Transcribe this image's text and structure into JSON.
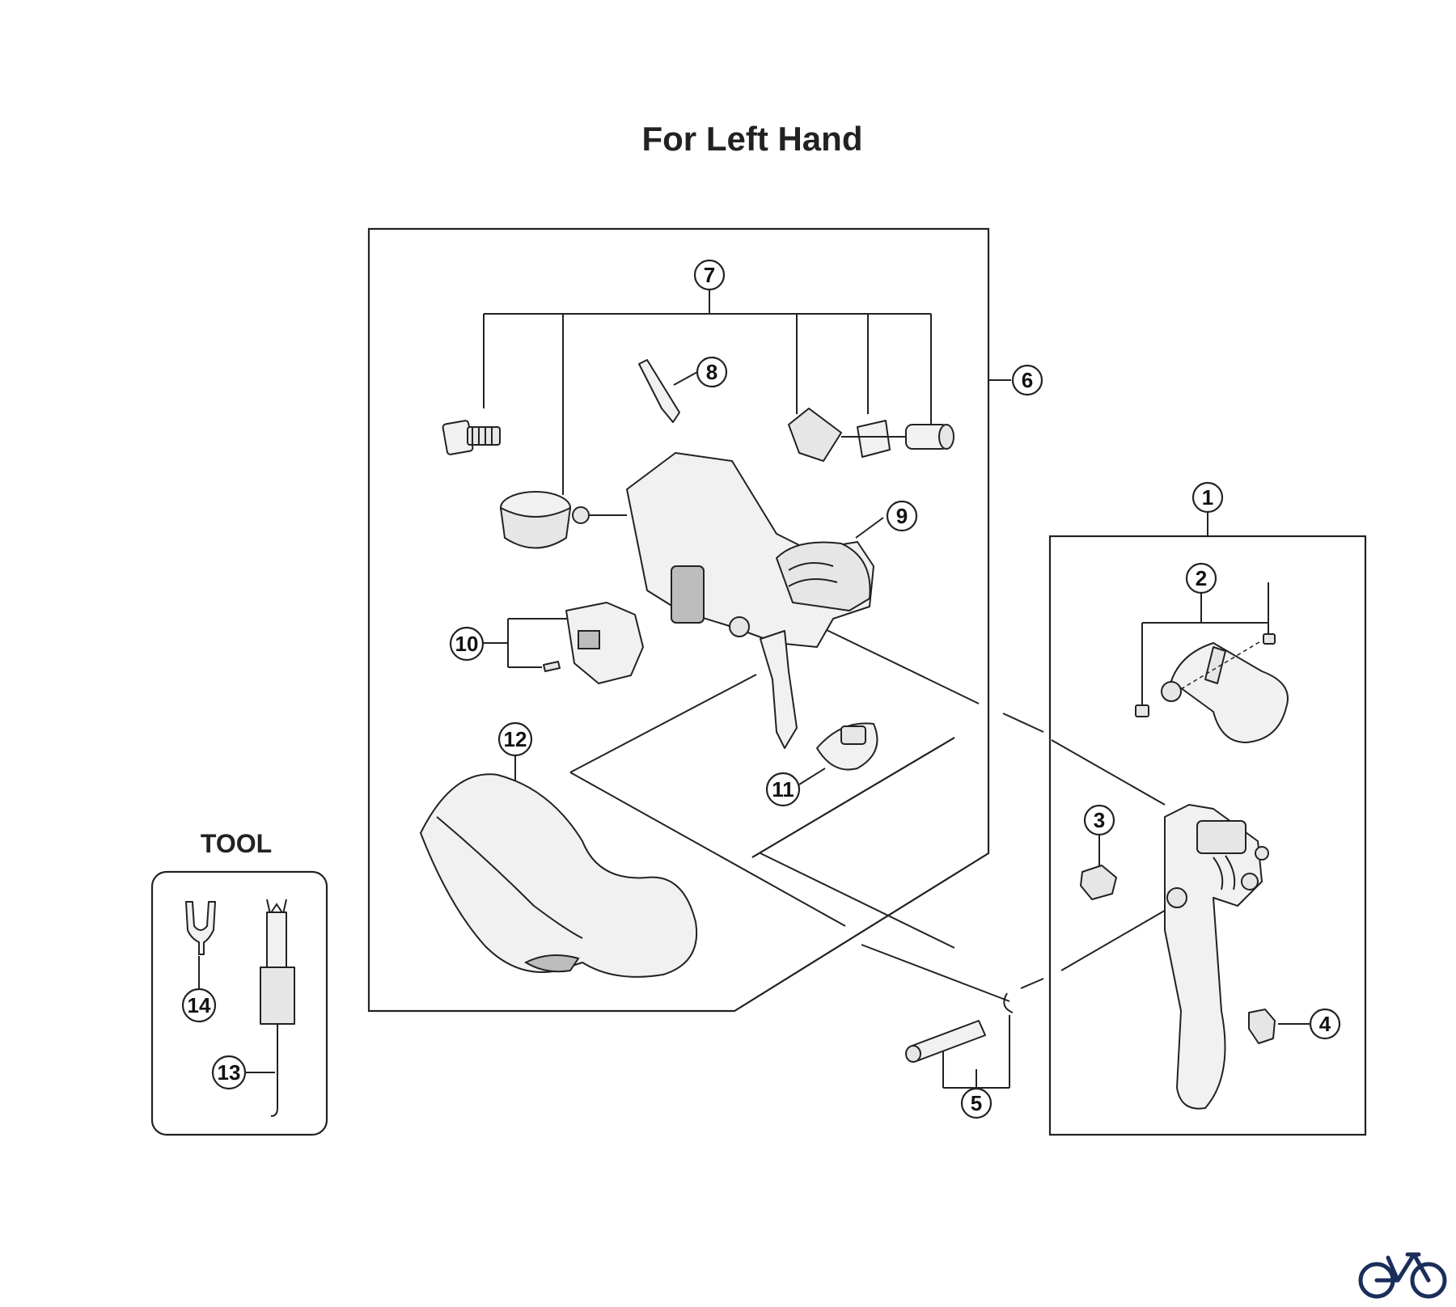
{
  "title": "For Left Hand",
  "tool_title": "TOOL",
  "callouts": {
    "c1": "1",
    "c2": "2",
    "c3": "3",
    "c4": "4",
    "c5": "5",
    "c6": "6",
    "c7": "7",
    "c8": "8",
    "c9": "9",
    "c10": "10",
    "c11": "11",
    "c12": "12",
    "c13": "13",
    "c14": "14"
  },
  "icons": {
    "corner_logo": "bicycle-icon"
  }
}
